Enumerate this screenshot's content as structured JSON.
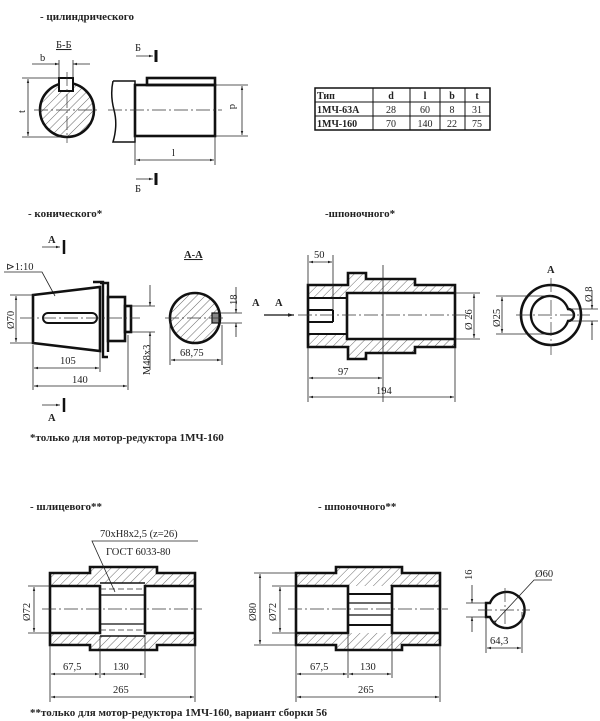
{
  "sections": {
    "cylindrical": {
      "title": "- цилиндрического",
      "section_label": "Б-Б",
      "cut_mark": "Б",
      "dim_b": "b",
      "dim_t": "t",
      "dim_d": "d",
      "dim_l": "l"
    },
    "table": {
      "headers": [
        "Тип",
        "d",
        "l",
        "b",
        "t"
      ],
      "rows": [
        [
          "1МЧ-63А",
          "28",
          "60",
          "8",
          "31"
        ],
        [
          "1МЧ-160",
          "70",
          "140",
          "22",
          "75"
        ]
      ]
    },
    "conical": {
      "title": "- конического*",
      "cut_mark": "А",
      "section_label": "А-А",
      "taper": "⊳1:10",
      "dia": "Ø70",
      "len1": "105",
      "len2": "140",
      "thread": "М48х3",
      "key": "18",
      "section_dim": "68,75",
      "view_arrow": "А"
    },
    "keyed_hollow": {
      "title": "-шпоночного*",
      "view_arrow": "А",
      "len_50": "50",
      "len_97": "97",
      "len_194": "194",
      "dia_26": "Ø 26",
      "section_label": "А",
      "dia_25": "Ø25",
      "dia_8": "Ø 8"
    },
    "footnote1": "*только для мотор-редуктора 1МЧ-160",
    "splined": {
      "title": "- шлицевого**",
      "spec_line1": "70хН8х2,5 (z=26)",
      "spec_line2": "ГОСТ 6033-80",
      "dia": "Ø72",
      "len1": "67,5",
      "len2": "130",
      "len3": "265"
    },
    "keyed_hollow2": {
      "title": "- шпоночного**",
      "dia_80": "Ø80",
      "dia_72": "Ø72",
      "len1": "67,5",
      "len2": "130",
      "len3": "265",
      "section_dia": "Ø60",
      "key": "16",
      "section_dim": "64,3"
    },
    "footnote2": "**только для мотор-редуктора 1МЧ-160, вариант сборки 56"
  }
}
